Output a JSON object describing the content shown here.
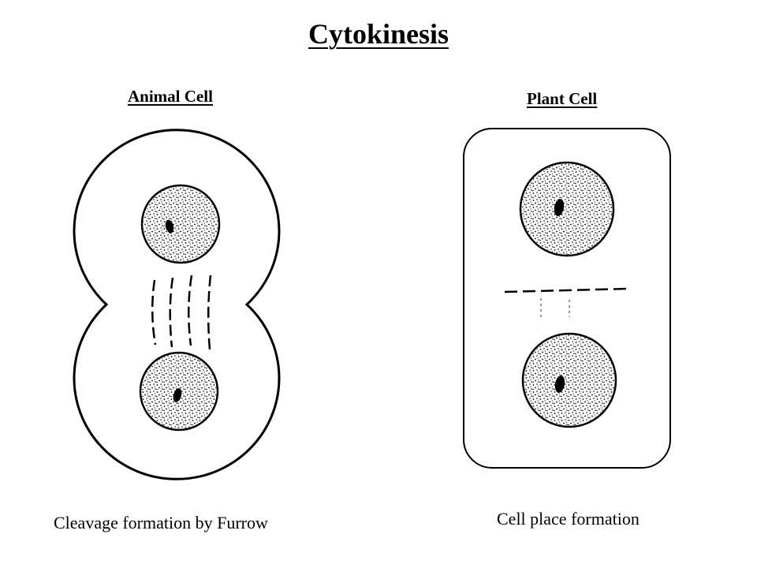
{
  "title": "Cytokinesis",
  "panels": {
    "animal": {
      "label": "Animal Cell",
      "caption": "Cleavage formation by Furrow"
    },
    "plant": {
      "label": "Plant Cell",
      "caption": "Cell place formation"
    }
  }
}
